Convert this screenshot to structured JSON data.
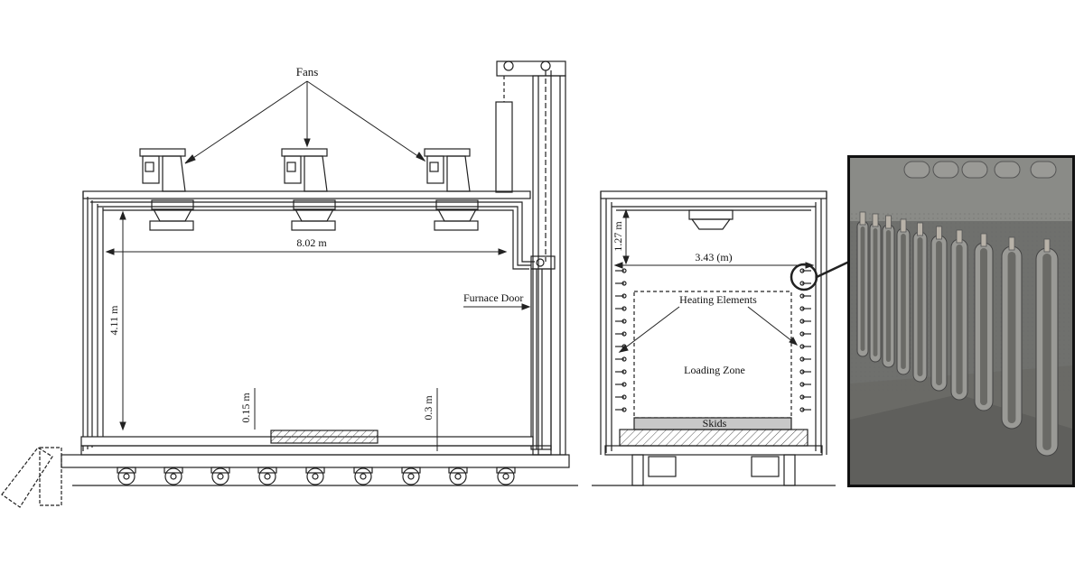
{
  "labels": {
    "fans": "Fans",
    "length_dim": "8.02 m",
    "height_dim": "4.11 m",
    "furnace_door": "Furnace Door",
    "floor_dim_1": "0.15 m",
    "floor_dim_2": "0.3 m",
    "top_gap_dim": "1.27 m",
    "width_dim": "3.43 (m)",
    "heating_elements": "Heating Elements",
    "loading_zone": "Loading Zone",
    "skids": "Skids"
  },
  "colors": {
    "line": "#222222",
    "skids_fill": "#c8c8c8",
    "photo_bg": "#7d7e7c",
    "element_fill": "#9a9a96"
  }
}
